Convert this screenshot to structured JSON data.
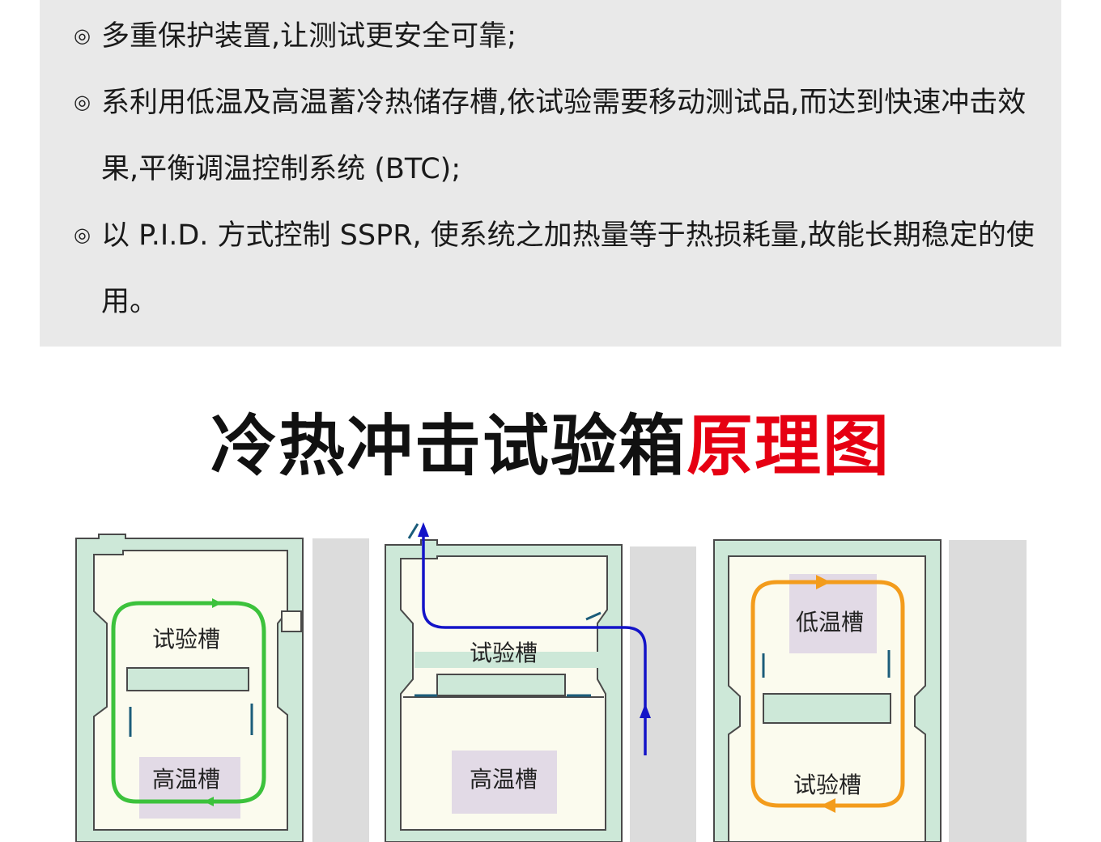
{
  "features": [
    {
      "icon": "circle-bullet-icon",
      "text": "多重保护装置,让测试更安全可靠;"
    },
    {
      "icon": "circle-bullet-icon",
      "text": "系利用低温及高温蓄冷热储存槽,依试验需要移动测试品,而达到快速冲击效果,平衡调温控制系统 (BTC);"
    },
    {
      "icon": "circle-bullet-icon",
      "text": "以 P.I.D. 方式控制 SSPR, 使系统之加热量等于热损耗量,故能长期稳定的使用。"
    }
  ],
  "title": {
    "black": "冷热冲击试验箱",
    "red": "原理图"
  },
  "diagram": {
    "panel1": {
      "label_top": "试验槽",
      "label_bottom": "高温槽"
    },
    "panel2": {
      "label_top": "试验槽",
      "label_bottom": "高温槽"
    },
    "panel3": {
      "label_top": "低温槽",
      "label_bottom": "试验槽"
    }
  },
  "colors": {
    "panel_bg": "#e9e9e9",
    "title_red": "#e60012",
    "chamber_fill": "#cde8d8",
    "label_fill": "#e2dae6",
    "arrow_green": "#3cc23c",
    "arrow_blue": "#1414c8",
    "arrow_orange": "#f39c1c"
  }
}
